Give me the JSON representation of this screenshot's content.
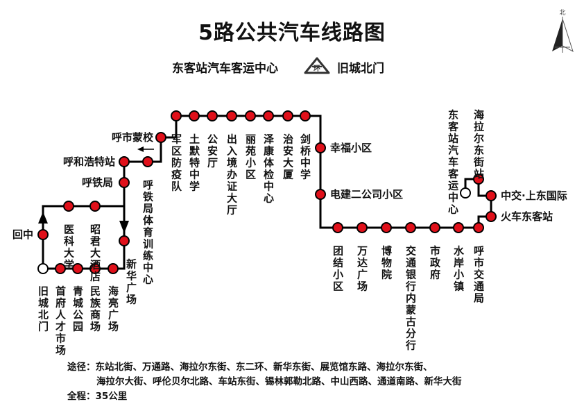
{
  "title": "5路公共汽车线路图",
  "terminals": {
    "start": "东客站汽车客运中心",
    "end": "旧城北门",
    "loop_badge": "环"
  },
  "compass_label": "北",
  "colors": {
    "line": "#000000",
    "station": "#e0101a",
    "terminal": "#ffffff"
  },
  "stations": [
    {
      "id": "s1",
      "name": "东客站汽车客运中心",
      "type": "terminal"
    },
    {
      "id": "s2",
      "name": "海拉尔东街站",
      "type": "stop"
    },
    {
      "id": "s3",
      "name": "中交·上东国际",
      "type": "stop"
    },
    {
      "id": "s4",
      "name": "火车东客站",
      "type": "stop"
    },
    {
      "id": "s5",
      "name": "呼市交通局",
      "type": "stop"
    },
    {
      "id": "s6",
      "name": "水岸小镇",
      "type": "stop"
    },
    {
      "id": "s7",
      "name": "市政府",
      "type": "stop"
    },
    {
      "id": "s8",
      "name": "交通银行内蒙古分行",
      "type": "stop"
    },
    {
      "id": "s9",
      "name": "博物院",
      "type": "stop"
    },
    {
      "id": "s10",
      "name": "万达广场",
      "type": "stop"
    },
    {
      "id": "s11",
      "name": "团结小区",
      "type": "stop"
    },
    {
      "id": "s12",
      "name": "电建二公司小区",
      "type": "stop"
    },
    {
      "id": "s13",
      "name": "幸福小区",
      "type": "stop"
    },
    {
      "id": "s14",
      "name": "剑桥中学",
      "type": "stop"
    },
    {
      "id": "s15",
      "name": "治安大厦",
      "type": "stop"
    },
    {
      "id": "s16",
      "name": "泽康体检中心",
      "type": "stop"
    },
    {
      "id": "s17",
      "name": "丽苑小区",
      "type": "stop"
    },
    {
      "id": "s18",
      "name": "出入境办证大厅",
      "type": "stop"
    },
    {
      "id": "s19",
      "name": "公安厅",
      "type": "stop"
    },
    {
      "id": "s20",
      "name": "土默特中学",
      "type": "stop"
    },
    {
      "id": "s21",
      "name": "军区防疫队",
      "type": "stop"
    },
    {
      "id": "s22",
      "name": "呼市蒙校",
      "type": "stop"
    },
    {
      "id": "s23",
      "name": "呼铁局体育训练中心",
      "type": "stop"
    },
    {
      "id": "s24",
      "name": "呼和浩特站",
      "type": "stop"
    },
    {
      "id": "s25",
      "name": "呼铁局",
      "type": "stop"
    },
    {
      "id": "s26",
      "name": "新华广场",
      "type": "stop"
    },
    {
      "id": "s27",
      "name": "海亮广场",
      "type": "stop"
    },
    {
      "id": "s28",
      "name": "民族商场",
      "type": "stop"
    },
    {
      "id": "s29",
      "name": "青城公园",
      "type": "stop"
    },
    {
      "id": "s30",
      "name": "首府人才市场",
      "type": "stop"
    },
    {
      "id": "s31",
      "name": "旧城北门",
      "type": "terminal"
    },
    {
      "id": "s32",
      "name": "回中",
      "type": "stop"
    },
    {
      "id": "s33",
      "name": "医科大学",
      "type": "stop"
    },
    {
      "id": "s34",
      "name": "昭君大酒店",
      "type": "stop"
    }
  ],
  "notes": {
    "via_label": "途径：",
    "via_line1": "东站北街、万通路、海拉尔东街、东二环、新华东街、展览馆东路、海拉尔东街、",
    "via_line2": "海拉尔大街、呼伦贝尔北路、车站东街、锡林郭勒北路、中山西路、通道南路、新华大街",
    "length_label": "全程：",
    "length_value": "35公里"
  }
}
